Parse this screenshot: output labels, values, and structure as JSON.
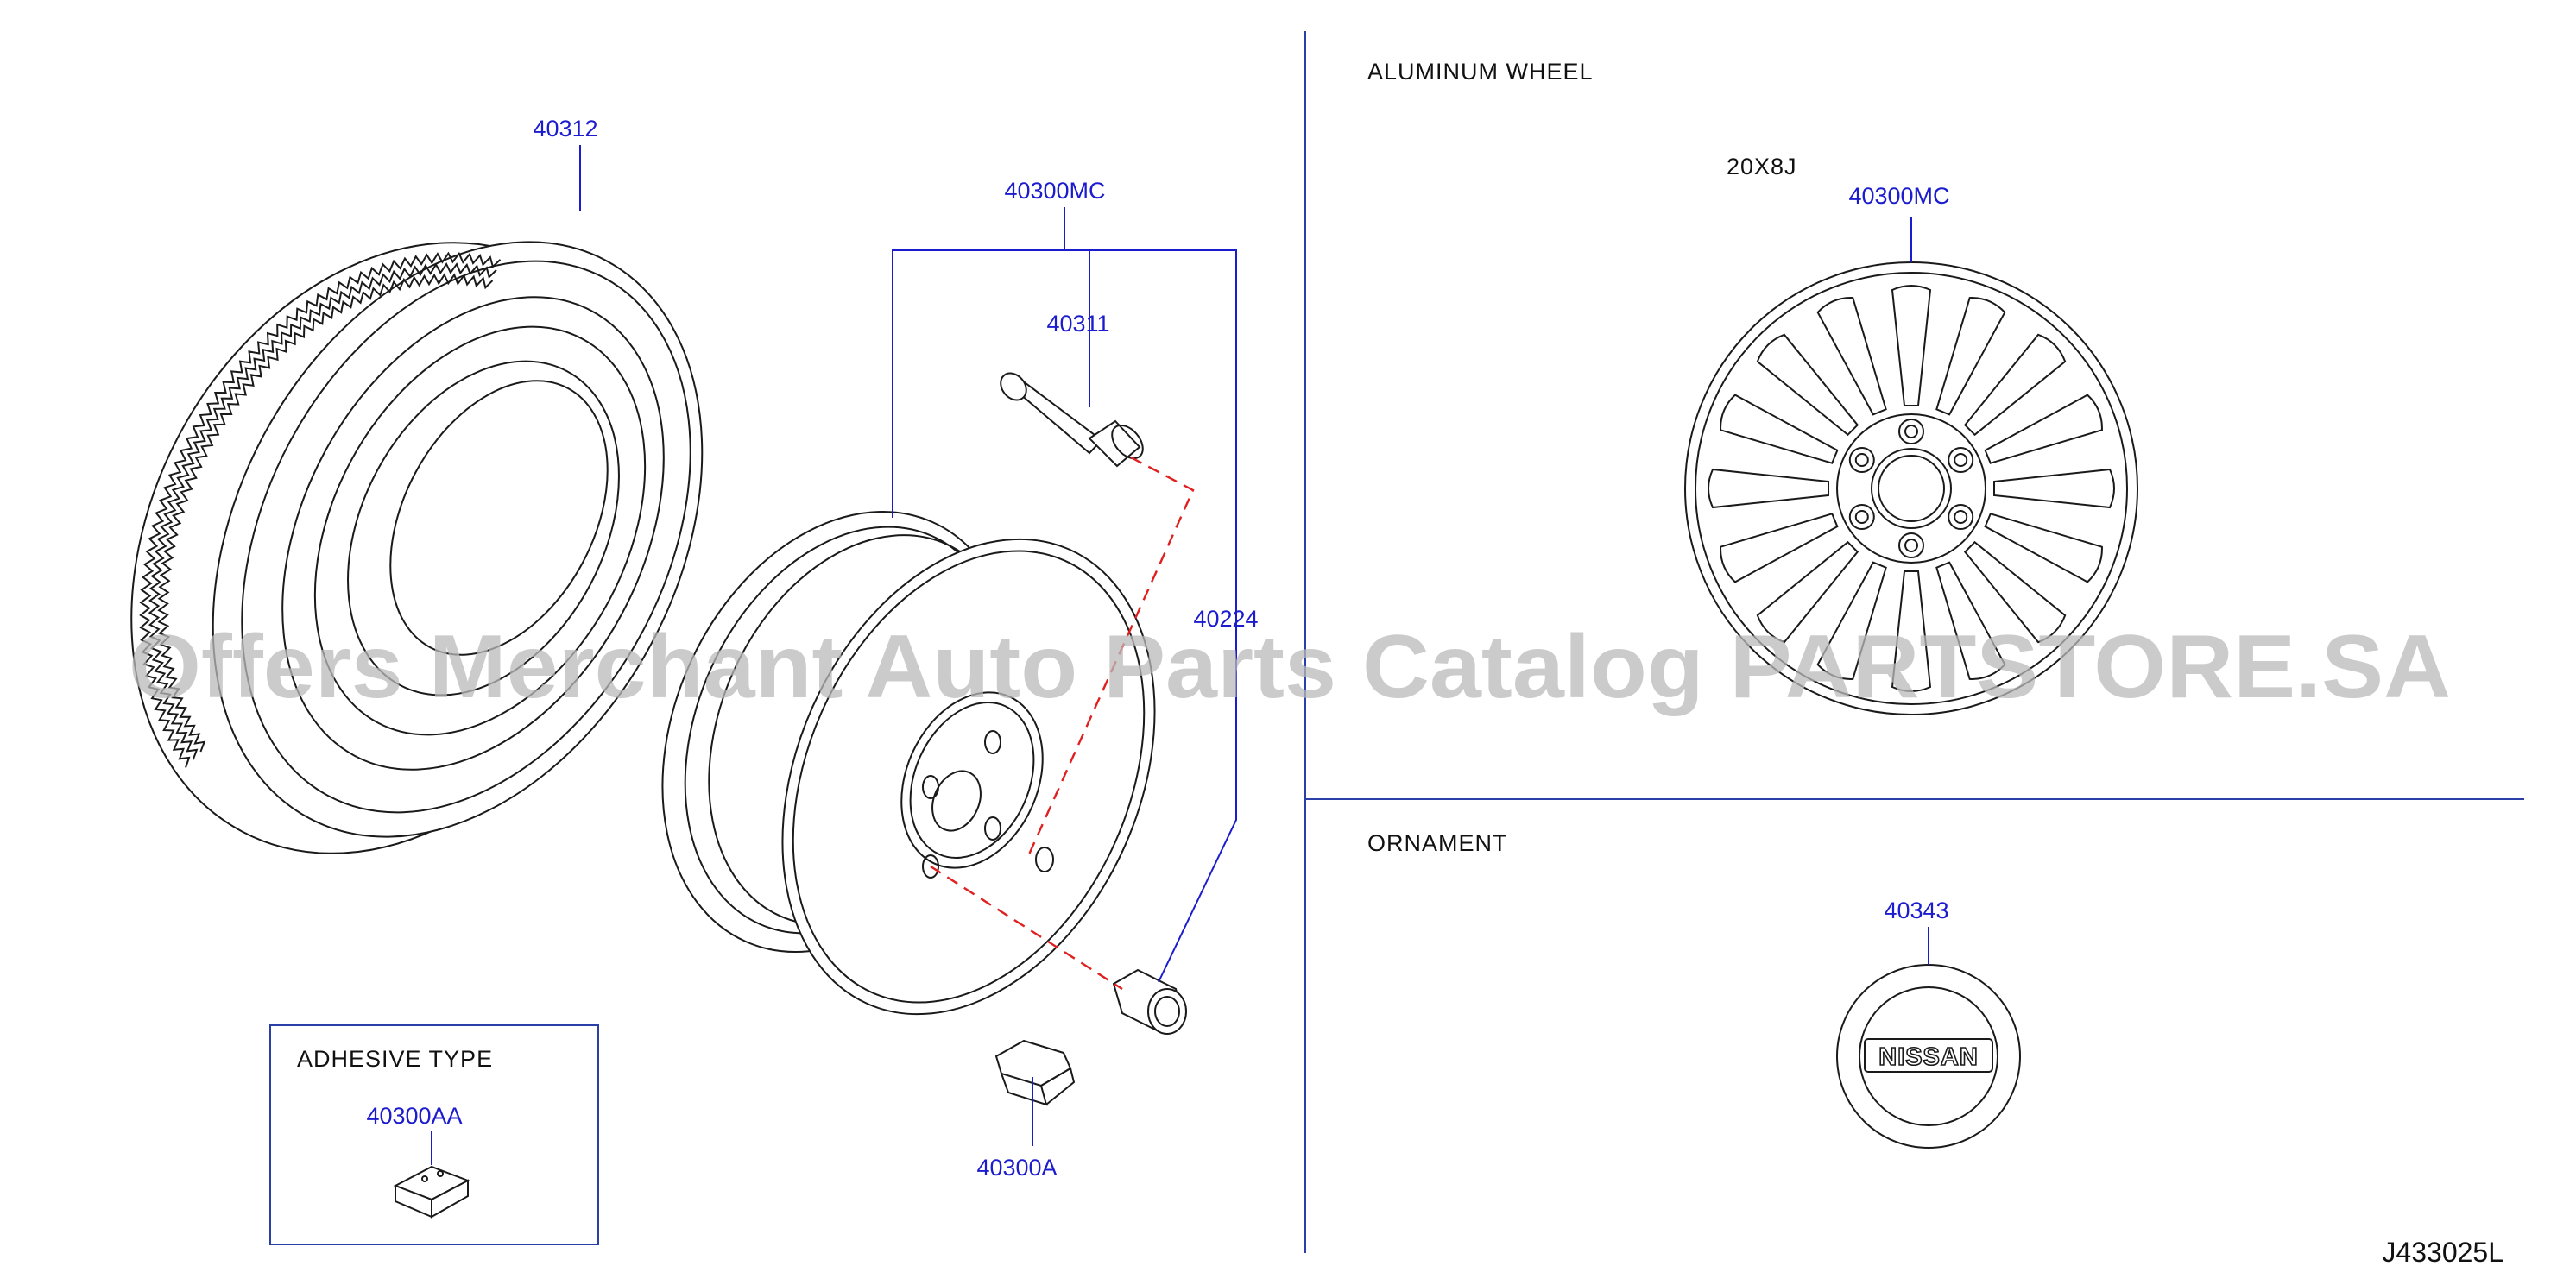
{
  "sections": {
    "aluminum_wheel": "ALUMINUM WHEEL",
    "ornament": "ORNAMENT",
    "adhesive_type": "ADHESIVE TYPE"
  },
  "spec": "20X8J",
  "parts": {
    "tire": "40312",
    "wheel_assembly": "40300MC",
    "valve": "40311",
    "nut": "40224",
    "sensor_clip": "40300A",
    "adhesive_sensor": "40300AA",
    "aluminum_wheel": "40300MC",
    "ornament": "40343"
  },
  "emblem_text": "NISSAN",
  "diagram_code": "J433025L",
  "watermark": "Offers Merchant Auto Parts Catalog PARTSTORE.SA",
  "colors": {
    "callout": "#1c1ccf",
    "dash": "#e02020",
    "line": "#1a1a1a",
    "watermark": "#b9b9b9"
  }
}
